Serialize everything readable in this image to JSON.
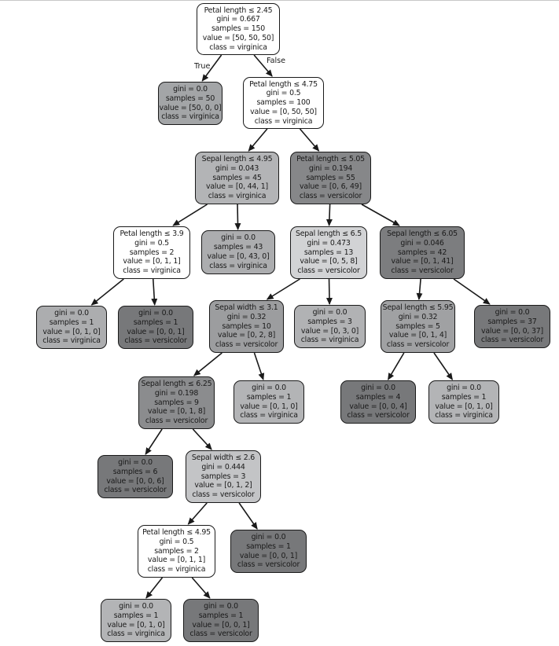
{
  "edge_labels": {
    "true": "True",
    "false": "False"
  },
  "nodes": [
    {
      "id": "n0",
      "lines": [
        "Petal length ≤ 2.45",
        "gini = 0.667",
        "samples = 150",
        "value = [50, 50, 50]",
        "class = virginica"
      ],
      "fill": "#ffffff"
    },
    {
      "id": "n1",
      "lines": [
        "gini = 0.0",
        "samples = 50",
        "value = [50, 0, 0]",
        "class = virginica"
      ],
      "fill": "#a3a5a7"
    },
    {
      "id": "n2",
      "lines": [
        "Petal length ≤ 4.75",
        "gini = 0.5",
        "samples = 100",
        "value = [0, 50, 50]",
        "class = virginica"
      ],
      "fill": "#ffffff"
    },
    {
      "id": "n3",
      "lines": [
        "Sepal length ≤ 4.95",
        "gini = 0.043",
        "samples = 45",
        "value = [0, 44, 1]",
        "class = virginica"
      ],
      "fill": "#b3b4b6"
    },
    {
      "id": "n4",
      "lines": [
        "Petal length ≤ 5.05",
        "gini = 0.194",
        "samples = 55",
        "value = [0, 6, 49]",
        "class = versicolor"
      ],
      "fill": "#868789"
    },
    {
      "id": "n5",
      "lines": [
        "Petal length ≤ 3.9",
        "gini = 0.5",
        "samples = 2",
        "value = [0, 1, 1]",
        "class = virginica"
      ],
      "fill": "#ffffff"
    },
    {
      "id": "n6",
      "lines": [
        "gini = 0.0",
        "samples = 43",
        "value = [0, 43, 0]",
        "class = virginica"
      ],
      "fill": "#acadaf"
    },
    {
      "id": "n7",
      "lines": [
        "Sepal length ≤ 6.5",
        "gini = 0.473",
        "samples = 13",
        "value = [0, 5, 8]",
        "class = versicolor"
      ],
      "fill": "#d2d3d5"
    },
    {
      "id": "n8",
      "lines": [
        "Sepal length ≤ 6.05",
        "gini = 0.046",
        "samples = 42",
        "value = [0, 1, 41]",
        "class = versicolor"
      ],
      "fill": "#7c7d7f"
    },
    {
      "id": "n9",
      "lines": [
        "gini = 0.0",
        "samples = 1",
        "value = [0, 1, 0]",
        "class = virginica"
      ],
      "fill": "#acadaf"
    },
    {
      "id": "n10",
      "lines": [
        "gini = 0.0",
        "samples = 1",
        "value = [0, 0, 1]",
        "class = versicolor"
      ],
      "fill": "#77787a"
    },
    {
      "id": "n11",
      "lines": [
        "Sepal width ≤ 3.1",
        "gini = 0.32",
        "samples = 10",
        "value = [0, 2, 8]",
        "class = versicolor"
      ],
      "fill": "#9c9d9f"
    },
    {
      "id": "n12",
      "lines": [
        "gini = 0.0",
        "samples = 3",
        "value = [0, 3, 0]",
        "class = virginica"
      ],
      "fill": "#b1b2b4"
    },
    {
      "id": "n13",
      "lines": [
        "Sepal length ≤ 5.95",
        "gini = 0.32",
        "samples = 5",
        "value = [0, 1, 4]",
        "class = versicolor"
      ],
      "fill": "#a0a1a3"
    },
    {
      "id": "n14",
      "lines": [
        "gini = 0.0",
        "samples = 37",
        "value = [0, 0, 37]",
        "class = versicolor"
      ],
      "fill": "#77787a"
    },
    {
      "id": "n15",
      "lines": [
        "Sepal length ≤ 6.25",
        "gini = 0.198",
        "samples = 9",
        "value = [0, 1, 8]",
        "class = versicolor"
      ],
      "fill": "#8b8c8e"
    },
    {
      "id": "n16",
      "lines": [
        "gini = 0.0",
        "samples = 1",
        "value = [0, 1, 0]",
        "class = virginica"
      ],
      "fill": "#b3b4b6"
    },
    {
      "id": "n17",
      "lines": [
        "gini = 0.0",
        "samples = 4",
        "value = [0, 0, 4]",
        "class = versicolor"
      ],
      "fill": "#77787a"
    },
    {
      "id": "n18",
      "lines": [
        "gini = 0.0",
        "samples = 1",
        "value = [0, 1, 0]",
        "class = virginica"
      ],
      "fill": "#b3b4b6"
    },
    {
      "id": "n19",
      "lines": [
        "gini = 0.0",
        "samples = 6",
        "value = [0, 0, 6]",
        "class = versicolor"
      ],
      "fill": "#77787a"
    },
    {
      "id": "n20",
      "lines": [
        "Sepal width ≤ 2.6",
        "gini = 0.444",
        "samples = 3",
        "value = [0, 1, 2]",
        "class = versicolor"
      ],
      "fill": "#c3c4c6"
    },
    {
      "id": "n21",
      "lines": [
        "Petal length ≤ 4.95",
        "gini = 0.5",
        "samples = 2",
        "value = [0, 1, 1]",
        "class = virginica"
      ],
      "fill": "#ffffff"
    },
    {
      "id": "n22",
      "lines": [
        "gini = 0.0",
        "samples = 1",
        "value = [0, 0, 1]",
        "class = versicolor"
      ],
      "fill": "#77787a"
    },
    {
      "id": "n23",
      "lines": [
        "gini = 0.0",
        "samples = 1",
        "value = [0, 1, 0]",
        "class = virginica"
      ],
      "fill": "#b3b4b6"
    },
    {
      "id": "n24",
      "lines": [
        "gini = 0.0",
        "samples = 1",
        "value = [0, 0, 1]",
        "class = versicolor"
      ],
      "fill": "#77787a"
    }
  ],
  "edges": [
    [
      "n0",
      "n1"
    ],
    [
      "n0",
      "n2"
    ],
    [
      "n2",
      "n3"
    ],
    [
      "n2",
      "n4"
    ],
    [
      "n3",
      "n5"
    ],
    [
      "n3",
      "n6"
    ],
    [
      "n4",
      "n7"
    ],
    [
      "n4",
      "n8"
    ],
    [
      "n5",
      "n9"
    ],
    [
      "n5",
      "n10"
    ],
    [
      "n7",
      "n11"
    ],
    [
      "n7",
      "n12"
    ],
    [
      "n8",
      "n13"
    ],
    [
      "n8",
      "n14"
    ],
    [
      "n11",
      "n15"
    ],
    [
      "n11",
      "n16"
    ],
    [
      "n13",
      "n17"
    ],
    [
      "n13",
      "n18"
    ],
    [
      "n15",
      "n19"
    ],
    [
      "n15",
      "n20"
    ],
    [
      "n20",
      "n21"
    ],
    [
      "n20",
      "n22"
    ],
    [
      "n21",
      "n23"
    ],
    [
      "n21",
      "n24"
    ]
  ]
}
